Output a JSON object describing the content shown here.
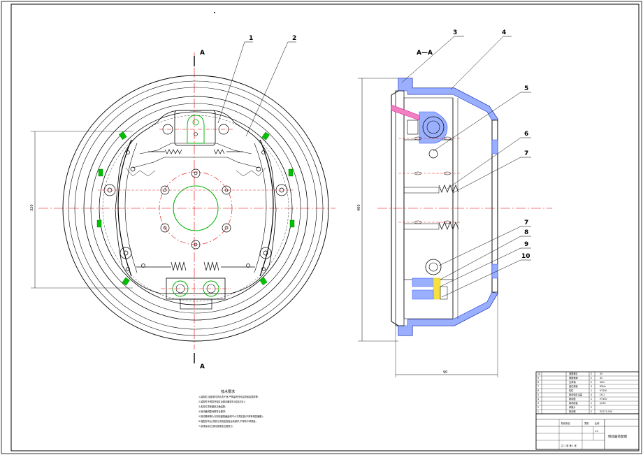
{
  "section_marks": {
    "top_left": "A",
    "bottom_left": "A",
    "view_title": "A—A"
  },
  "balloons": [
    "1",
    "2",
    "3",
    "4",
    "5",
    "6",
    "7",
    "7",
    "8",
    "9",
    "10"
  ],
  "dims": {
    "left_vertical": "320",
    "right_vertical": "400",
    "bottom_width": "90"
  },
  "notes_title": "技术要求",
  "notes_lines": [
    "1.装配前,全部零件须清洗干净,严禁留有任何杂质和金属屑等;",
    "2.装配时不得损坏轮缸及制动器零件(包括衬片);",
    "3.各零件须按图纸正确装配;",
    "4.制动器调整间隙符合要求;",
    "5.制动蹄摩擦片与制动鼓接触面积不小于规定值(不得有明显偏磨);",
    "6.装配完毕后,须进行试验检查各运动部件,不得有卡滞现象;",
    "7.涂漆及标记,按标准规定位置进行。"
  ],
  "parts_rows": [
    {
      "no": "10",
      "name": "调整螺钉",
      "qty": "2",
      "mat": "45"
    },
    {
      "no": "9",
      "name": "调整螺母",
      "qty": "2",
      "mat": "45"
    },
    {
      "no": "8",
      "name": "支承销",
      "qty": "2",
      "mat": "40Cr"
    },
    {
      "no": "7",
      "name": "回位弹簧",
      "qty": "4",
      "mat": "65Mn"
    },
    {
      "no": "6",
      "name": "轮缸",
      "qty": "1",
      "mat": "HT200"
    },
    {
      "no": "5",
      "name": "制动轮缸活塞",
      "qty": "4",
      "mat": "LY12"
    },
    {
      "no": "4",
      "name": "制动鼓",
      "qty": "1",
      "mat": "HT250"
    },
    {
      "no": "3",
      "name": "制动底板",
      "qty": "1",
      "mat": "Q235"
    },
    {
      "no": "2",
      "name": "摩擦片",
      "qty": "2",
      "mat": ""
    },
    {
      "no": "1",
      "name": "制动蹄",
      "qty": "2",
      "mat": "ZG270-500"
    }
  ],
  "title_block": {
    "drawing_title": "制动器装配图",
    "stage_label": "阶段标记",
    "weight_label": "重量",
    "scale_label": "比例",
    "scale_value": "1:2",
    "sheet_text": "共 1 张 第 1 张"
  },
  "colors": {
    "line": "#000000",
    "center": "#e00000",
    "green": "#00b000",
    "blue": "#3050ff",
    "magenta": "#d000a0",
    "yellow": "#d0c000"
  }
}
